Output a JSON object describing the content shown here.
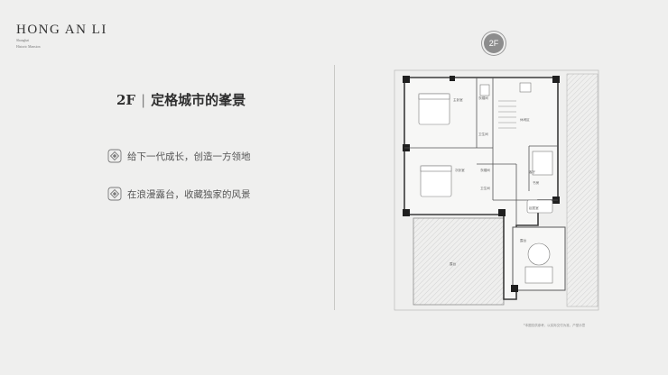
{
  "brand": {
    "title": "HONG AN LI",
    "sub_line1": "Shanghai",
    "sub_line2": "Historic Mansion"
  },
  "heading": {
    "floor": "2F",
    "separator": "|",
    "title": "定格城市的峯景"
  },
  "features": [
    {
      "icon": "diamond-icon",
      "text": "给下一代成长，创造一方领地"
    },
    {
      "icon": "diamond-icon",
      "text": "在浪漫露台，收藏独家的风景"
    }
  ],
  "floor_badge": "2F",
  "plan": {
    "room_labels": [
      "主卧室",
      "衣帽间",
      "卫生间",
      "次卧室",
      "露台",
      "客厅",
      "休闲区",
      "书房",
      "衣帽间",
      "卫生间",
      "露台",
      "起居室"
    ]
  },
  "footnote": "*本图仅供参考，以实际交付为准，户型示意"
}
